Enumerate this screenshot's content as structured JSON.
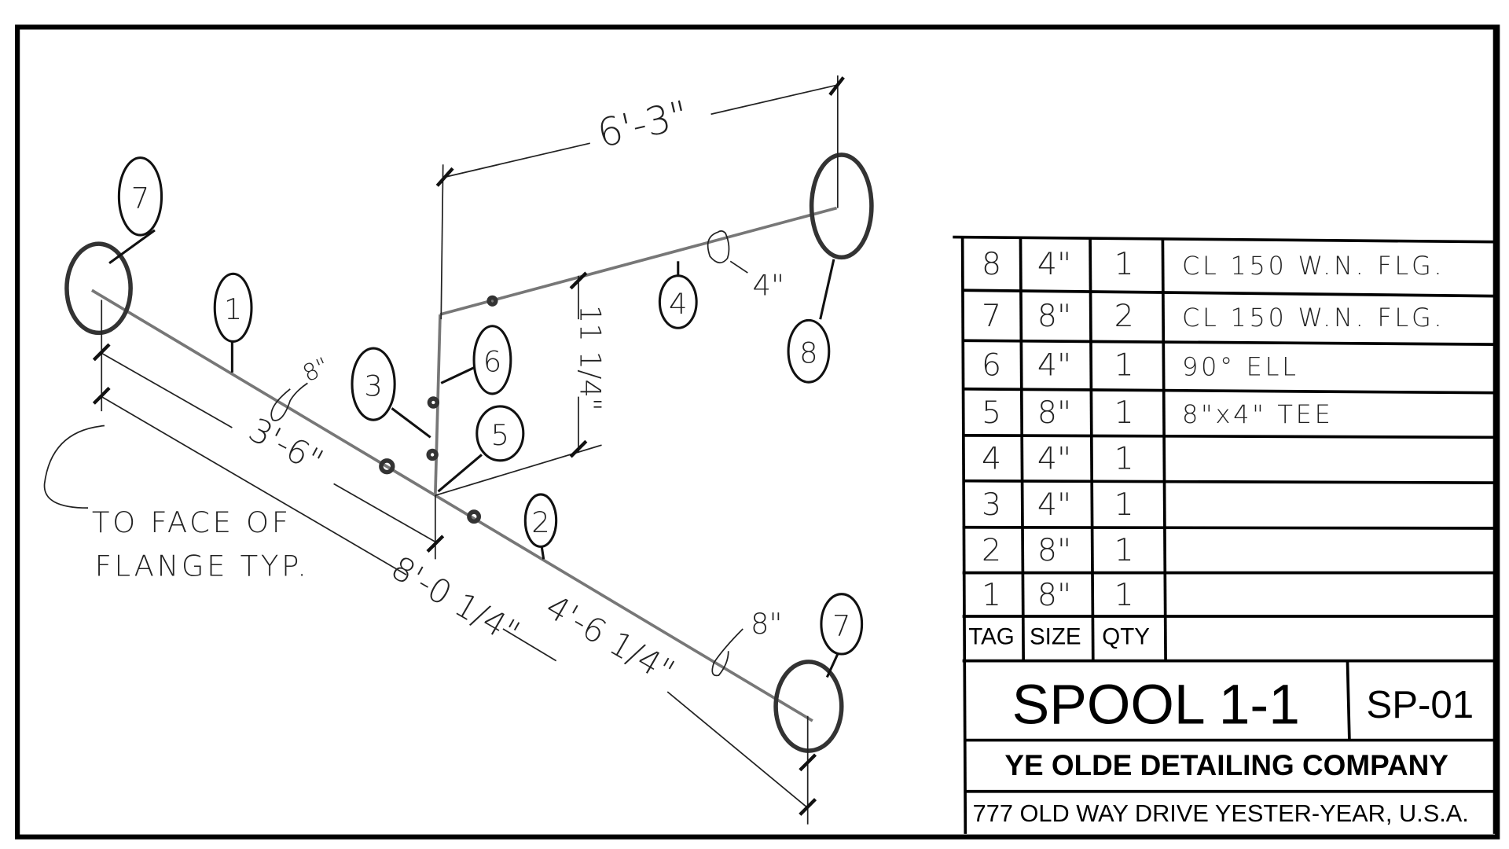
{
  "drawing": {
    "balloons": [
      "7",
      "1",
      "3",
      "6",
      "5",
      "2",
      "4",
      "8",
      "7"
    ],
    "dimensions": {
      "top_run": "6'-3\"",
      "riser": "11 1/4\"",
      "first_run": "3'-6\"",
      "overall": "8'-0 1/4\"",
      "second_run": "4'-6 1/4\""
    },
    "size_callouts": [
      "8\"",
      "4\"",
      "8\""
    ],
    "note_line1": "TO FACE OF",
    "note_line2": "FLANGE TYP."
  },
  "bom": {
    "headers": {
      "tag": "TAG",
      "size": "SIZE",
      "qty": "QTY"
    },
    "rows": [
      {
        "tag": "8",
        "size": "4\"",
        "qty": "1",
        "desc": "CL 150  W.N. FLG."
      },
      {
        "tag": "7",
        "size": "8\"",
        "qty": "2",
        "desc": "CL 150  W.N. FLG."
      },
      {
        "tag": "6",
        "size": "4\"",
        "qty": "1",
        "desc": "90° ELL"
      },
      {
        "tag": "5",
        "size": "8\"",
        "qty": "1",
        "desc": "8\"x4\"  TEE"
      },
      {
        "tag": "4",
        "size": "4\"",
        "qty": "1",
        "desc": ""
      },
      {
        "tag": "3",
        "size": "4\"",
        "qty": "1",
        "desc": ""
      },
      {
        "tag": "2",
        "size": "8\"",
        "qty": "1",
        "desc": ""
      },
      {
        "tag": "1",
        "size": "8\"",
        "qty": "1",
        "desc": ""
      }
    ]
  },
  "title_block": {
    "title": "SPOOL 1-1",
    "drawing_no": "SP-01",
    "company": "YE OLDE DETAILING COMPANY",
    "address": "777 OLD WAY DRIVE YESTER-YEAR, U.S.A."
  }
}
